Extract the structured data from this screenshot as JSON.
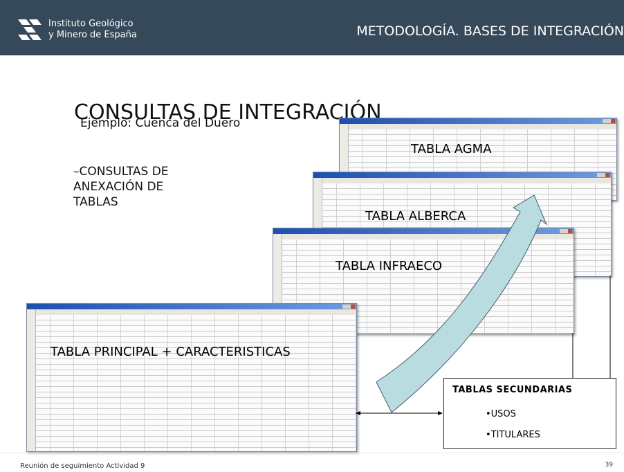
{
  "header": {
    "logo_line1": "Instituto Geológico",
    "logo_line2": "y Minero de España",
    "title": "METODOLOGÍA. BASES DE INTEGRACIÓN"
  },
  "slide": {
    "title": "CONSULTAS DE INTEGRACIÓN",
    "subtitle": "Ejemplo: Cuenca del Duero",
    "bullet_line1": "–CONSULTAS DE",
    "bullet_line2": "ANEXACIÓN DE",
    "bullet_line3": "TABLAS"
  },
  "tables": {
    "agma": "TABLA AGMA",
    "alberca": "TABLA ALBERCA",
    "infraeco": "TABLA INFRAECO",
    "principal": "TABLA PRINCIPAL + CARACTERISTICAS"
  },
  "secondary": {
    "title": "TABLAS SECUNDARIAS",
    "item1": "•USOS",
    "item2": "•TITULARES"
  },
  "footer": {
    "text": "Reunión de seguimiento Actividad 9",
    "page": "39"
  },
  "colors": {
    "header_bg": "#36495a",
    "arrow_fill": "#b9dce0",
    "titlebar": "#1d4fb0"
  }
}
